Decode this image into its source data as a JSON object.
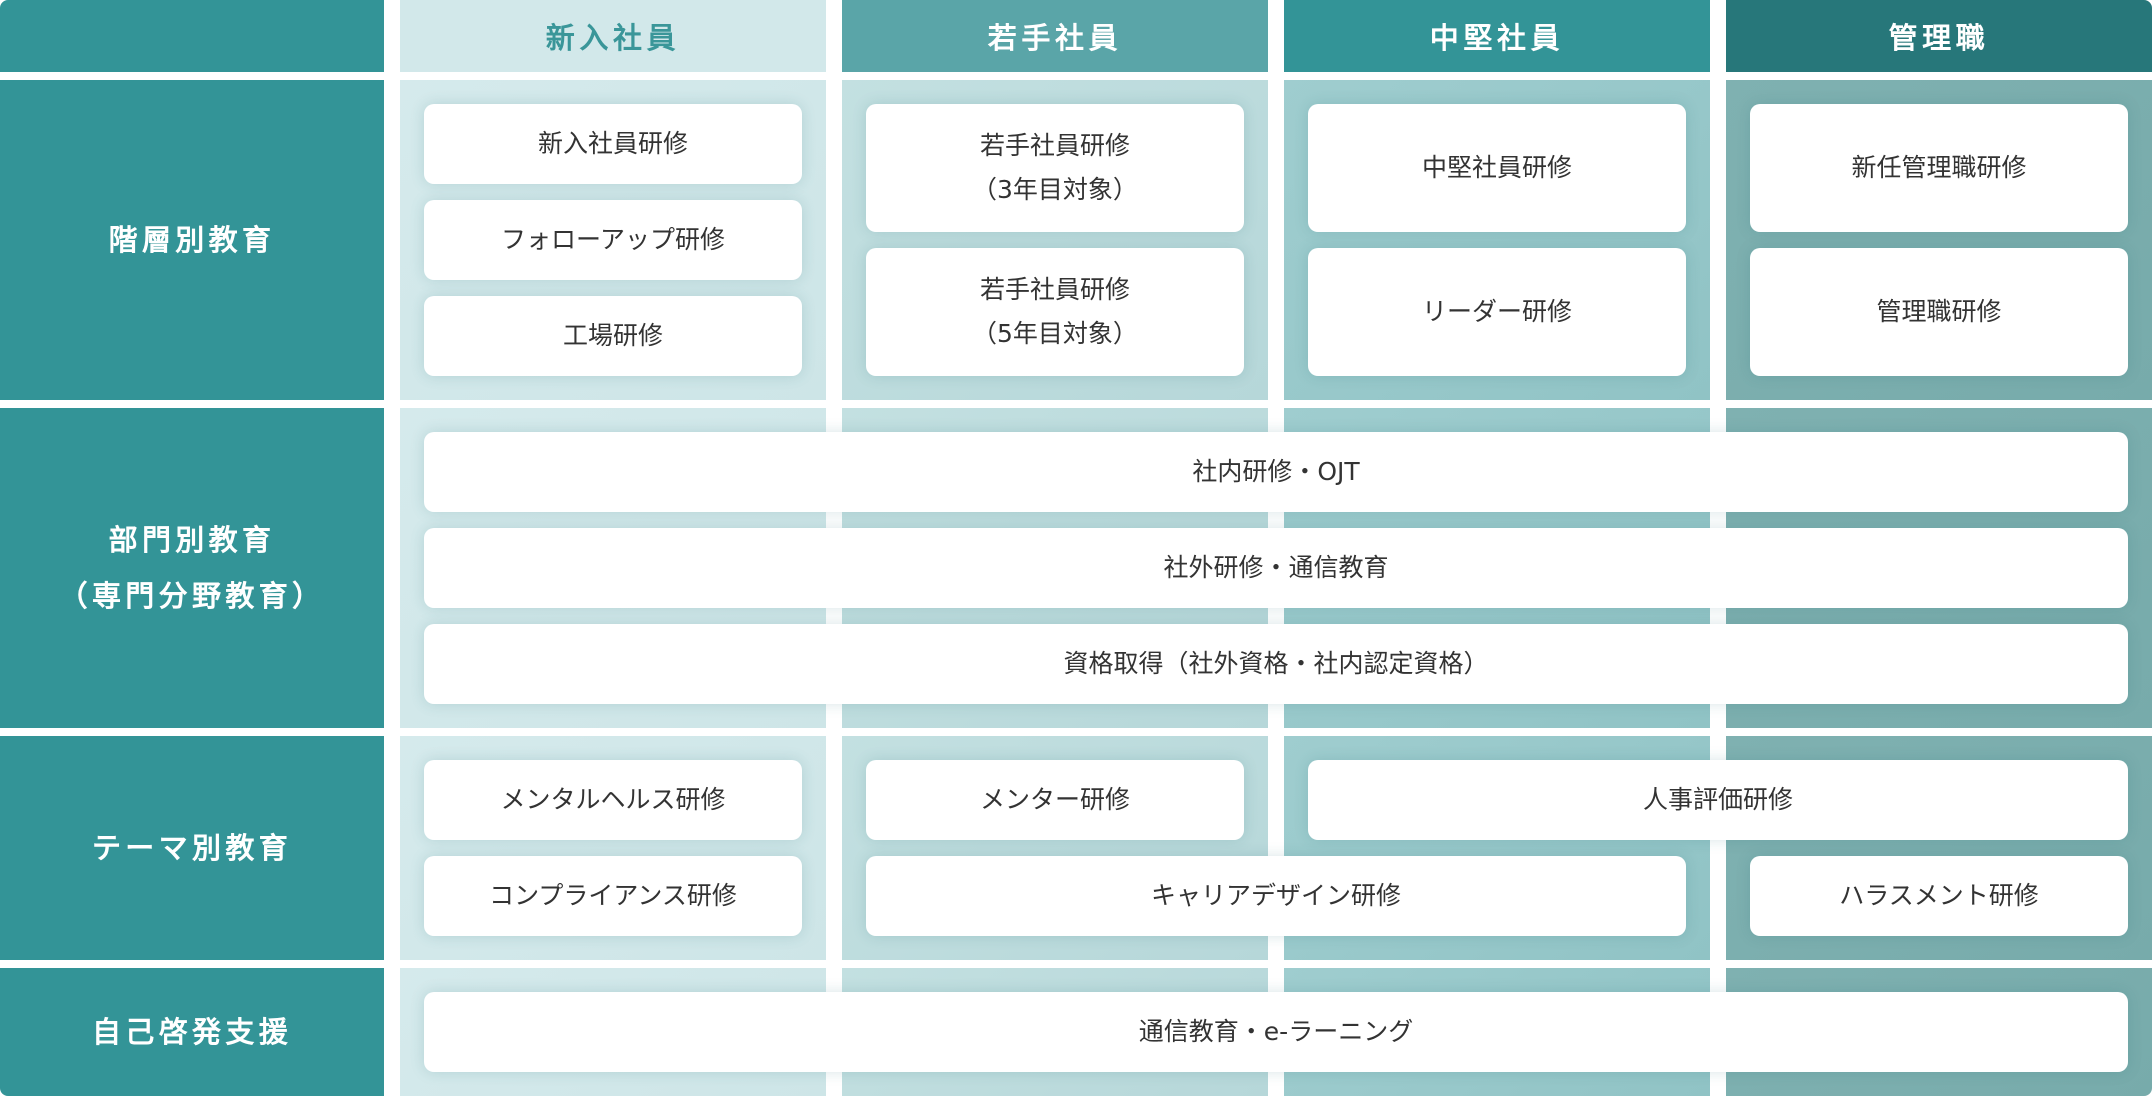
{
  "headers": {
    "corner": "",
    "columns": [
      {
        "label": "新入社員",
        "bg": "#d2e8ea",
        "color": "#3a9699"
      },
      {
        "label": "若手社員",
        "bg": "#5aa5a8",
        "color": "#ffffff"
      },
      {
        "label": "中堅社員",
        "bg": "#339497",
        "color": "#ffffff"
      },
      {
        "label": "管理職",
        "bg": "#27777a",
        "color": "#ffffff"
      }
    ]
  },
  "rows": [
    {
      "label": "階層別教育",
      "cards": {
        "c1": [
          "新入社員研修",
          "フォローアップ研修",
          "工場研修"
        ],
        "c2": [
          "若手社員研修\n（3年目対象）",
          "若手社員研修\n（5年目対象）"
        ],
        "c3": [
          "中堅社員研修",
          "リーダー研修"
        ],
        "c4": [
          "新任管理職研修",
          "管理職研修"
        ]
      }
    },
    {
      "label": "部門別教育\n（専門分野教育）",
      "cards": {
        "all": [
          "社内研修・OJT",
          "社外研修・通信教育",
          "資格取得（社外資格・社内認定資格）"
        ]
      }
    },
    {
      "label": "テーマ別教育",
      "cards": {
        "mental": "メンタルヘルス研修",
        "compliance": "コンプライアンス研修",
        "mentor": "メンター研修",
        "evaluation": "人事評価研修",
        "career": "キャリアデザイン研修",
        "harassment": "ハラスメント研修"
      }
    },
    {
      "label": "自己啓発支援",
      "cards": {
        "all": [
          "通信教育・e-ラーニング"
        ]
      }
    }
  ],
  "colors": {
    "label_bg": "#339497",
    "card_bg": "#ffffff",
    "card_text": "#333333"
  }
}
